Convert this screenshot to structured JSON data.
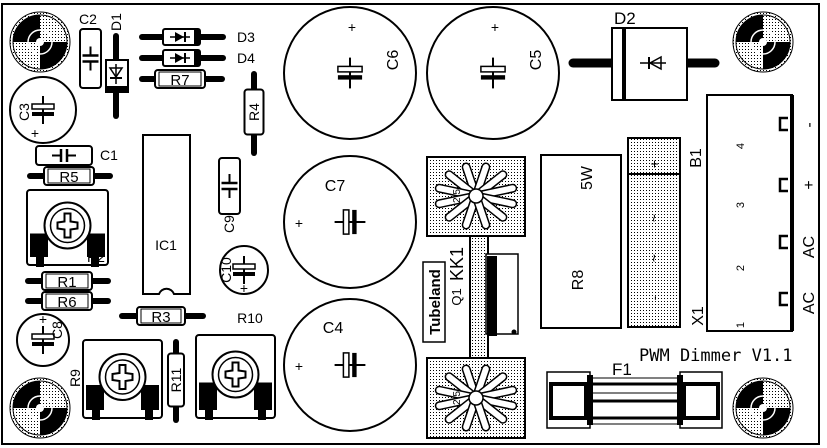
{
  "board": {
    "title": "PWM Dimmer V1.1",
    "logo": "Tubeland"
  },
  "labels": {
    "C1": "C1",
    "C2": "C2",
    "C3": "C3",
    "C4": "C4",
    "C5": "C5",
    "C6": "C6",
    "C7": "C7",
    "C8": "C8",
    "C9": "C9",
    "C10": "C10",
    "D1": "D1",
    "D2": "D2",
    "D3": "D3",
    "D4": "D4",
    "R1": "R1",
    "R2": "R2",
    "R3": "R3",
    "R4": "R4",
    "R5": "R5",
    "R6": "R6",
    "R7": "R7",
    "R8": "R8",
    "R9": "R9",
    "R10": "R10",
    "R11": "R11",
    "IC1": "IC1",
    "Q1": "Q1",
    "KK1": "KK1",
    "B1": "B1",
    "X1": "X1",
    "F1": "F1"
  },
  "polarity": "+",
  "r8_rating": "5W",
  "heatsink_marks": [
    "2.5",
    "2.5"
  ],
  "b1_marks": [
    "+",
    "~",
    "~",
    "-"
  ],
  "x1": {
    "pins": [
      "1",
      "2",
      "3",
      "4"
    ],
    "signals": [
      "AC",
      "AC",
      "+",
      "-"
    ]
  }
}
